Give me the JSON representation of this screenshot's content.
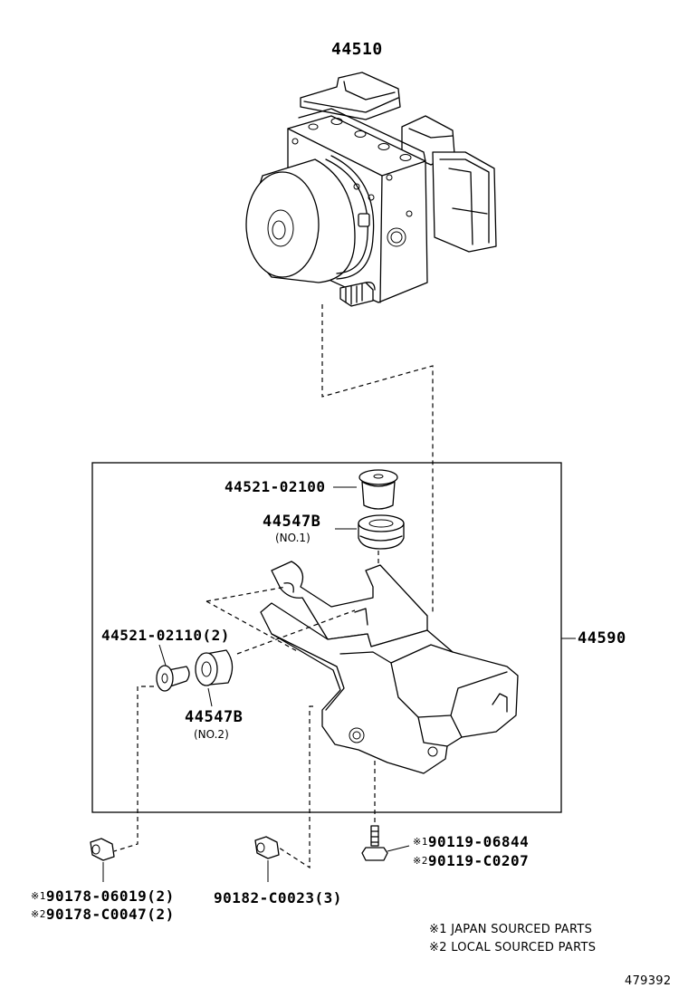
{
  "parts": {
    "actuator": "44510",
    "bracket_assy": "44590",
    "bolt_top": "44521-02100",
    "cushion_no1": {
      "part": "44547B",
      "note": "(NO.1)"
    },
    "bolt_side": "44521-02110(2)",
    "cushion_no2": {
      "part": "44547B",
      "note": "(NO.2)"
    },
    "nut_left": {
      "mark1": "※1",
      "part1": "90178-06019(2)",
      "mark2": "※2",
      "part2": "90178-C0047(2)"
    },
    "nut_mid": "90182-C0023(3)",
    "bolt_bottom": {
      "mark1": "※1",
      "part1": "90119-06844",
      "mark2": "※2",
      "part2": "90119-C0207"
    }
  },
  "legend": {
    "line1": "※1 JAPAN SOURCED PARTS",
    "line2": "※2 LOCAL SOURCED PARTS"
  },
  "diagram_id": "479392"
}
